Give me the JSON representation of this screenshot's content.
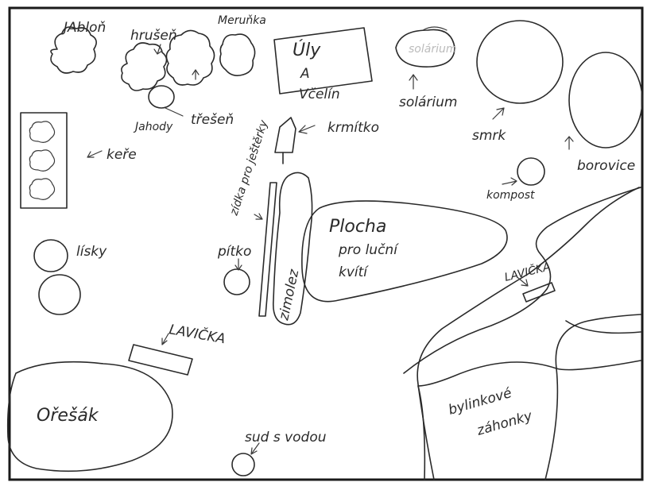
{
  "labels": {
    "jablon": "JAbloň",
    "hrusen": "hrušeň",
    "merunka": "Meruňka",
    "uly": "Úly",
    "uly_a": "A",
    "vcelin": "Včelín",
    "solarium": "solárium",
    "jahody": "Jahody",
    "tresen": "třešeň",
    "krmitko": "krmítko",
    "smrk": "smrk",
    "borovice": "borovice",
    "kere": "keře",
    "zidka": "zídka pro ještěrky",
    "kompost": "kompost",
    "plocha_1": "Plocha",
    "plocha_2": "pro luční",
    "plocha_3": "kvítí",
    "lisky": "lísky",
    "pitko": "pítko",
    "zimolez": "zimolez",
    "lavicka_right": "LAVIČKA",
    "lavicka_left": "LAVIČKA",
    "oresak": "Ořešák",
    "bylinkove": "bylinkové",
    "zahonky": "záhonky",
    "sud": "sud s vodou"
  },
  "colors": {
    "ink": "#2a2a2a",
    "paper": "#ffffff",
    "frame": "#1a1a1a"
  }
}
